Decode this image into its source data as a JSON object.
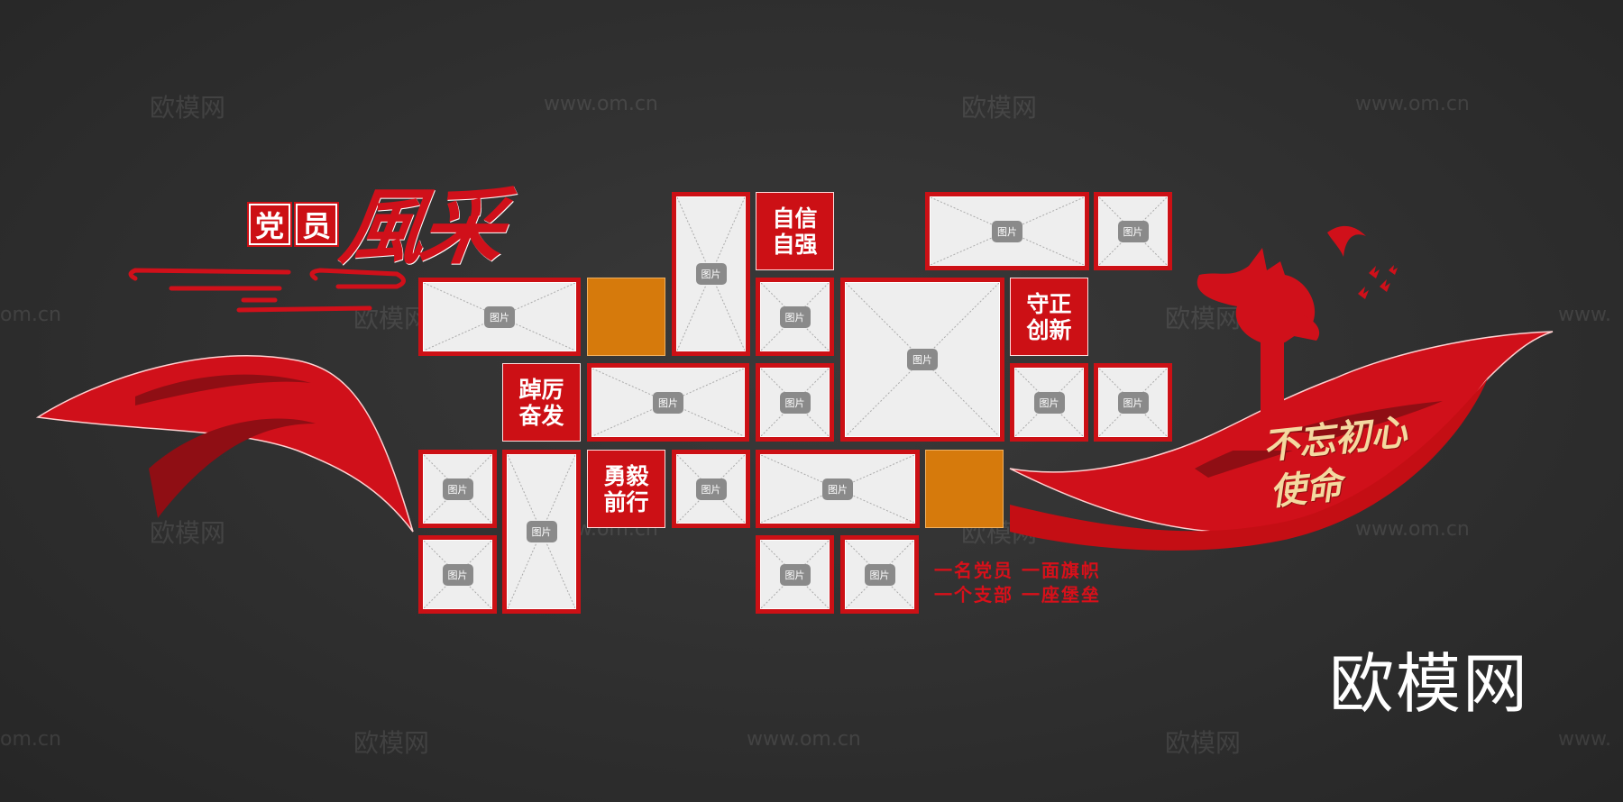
{
  "watermarks": [
    {
      "text": "欧模网",
      "type": "logo"
    },
    {
      "text": "www.om.cn",
      "type": "url"
    },
    {
      "text": "欧模网",
      "type": "logo"
    },
    {
      "text": "www.om.cn",
      "type": "url"
    },
    {
      "text": "om.cn",
      "type": "url"
    },
    {
      "text": "欧模网",
      "type": "logo"
    },
    {
      "text": "欧模网",
      "type": "logo"
    },
    {
      "text": "www.",
      "type": "url"
    },
    {
      "text": "欧模网",
      "type": "logo"
    },
    {
      "text": "www.om.cn",
      "type": "url"
    },
    {
      "text": "欧模网",
      "type": "logo"
    },
    {
      "text": "www.om.cn",
      "type": "url"
    },
    {
      "text": "om.cn",
      "type": "url"
    },
    {
      "text": "欧模网",
      "type": "logo"
    },
    {
      "text": "www.om.cn",
      "type": "url"
    },
    {
      "text": "欧模网",
      "type": "logo"
    },
    {
      "text": "www.",
      "type": "url"
    }
  ],
  "title": {
    "chip1": "党",
    "chip2": "员",
    "calligraphy": "風采"
  },
  "photo_label": "图片",
  "blocks": {
    "zixin": "自信自强",
    "shouzheng": "守正创新",
    "dengli": "踔厉奋发",
    "yongyi": "勇毅前行"
  },
  "slogans": {
    "line1": "一名党员 一面旗帜",
    "line2": "一个支部 一座堡垒"
  },
  "gold_text": {
    "line1": "不忘初心",
    "line2": "使命"
  },
  "brand_logo": "欧模网",
  "colors": {
    "red": "#cc1015",
    "dark_red": "#8f0e14",
    "orange": "#d67a0c",
    "background": "#2e2e2e",
    "photo_fill": "#eeeeee",
    "gold": "#f4d9a0"
  }
}
